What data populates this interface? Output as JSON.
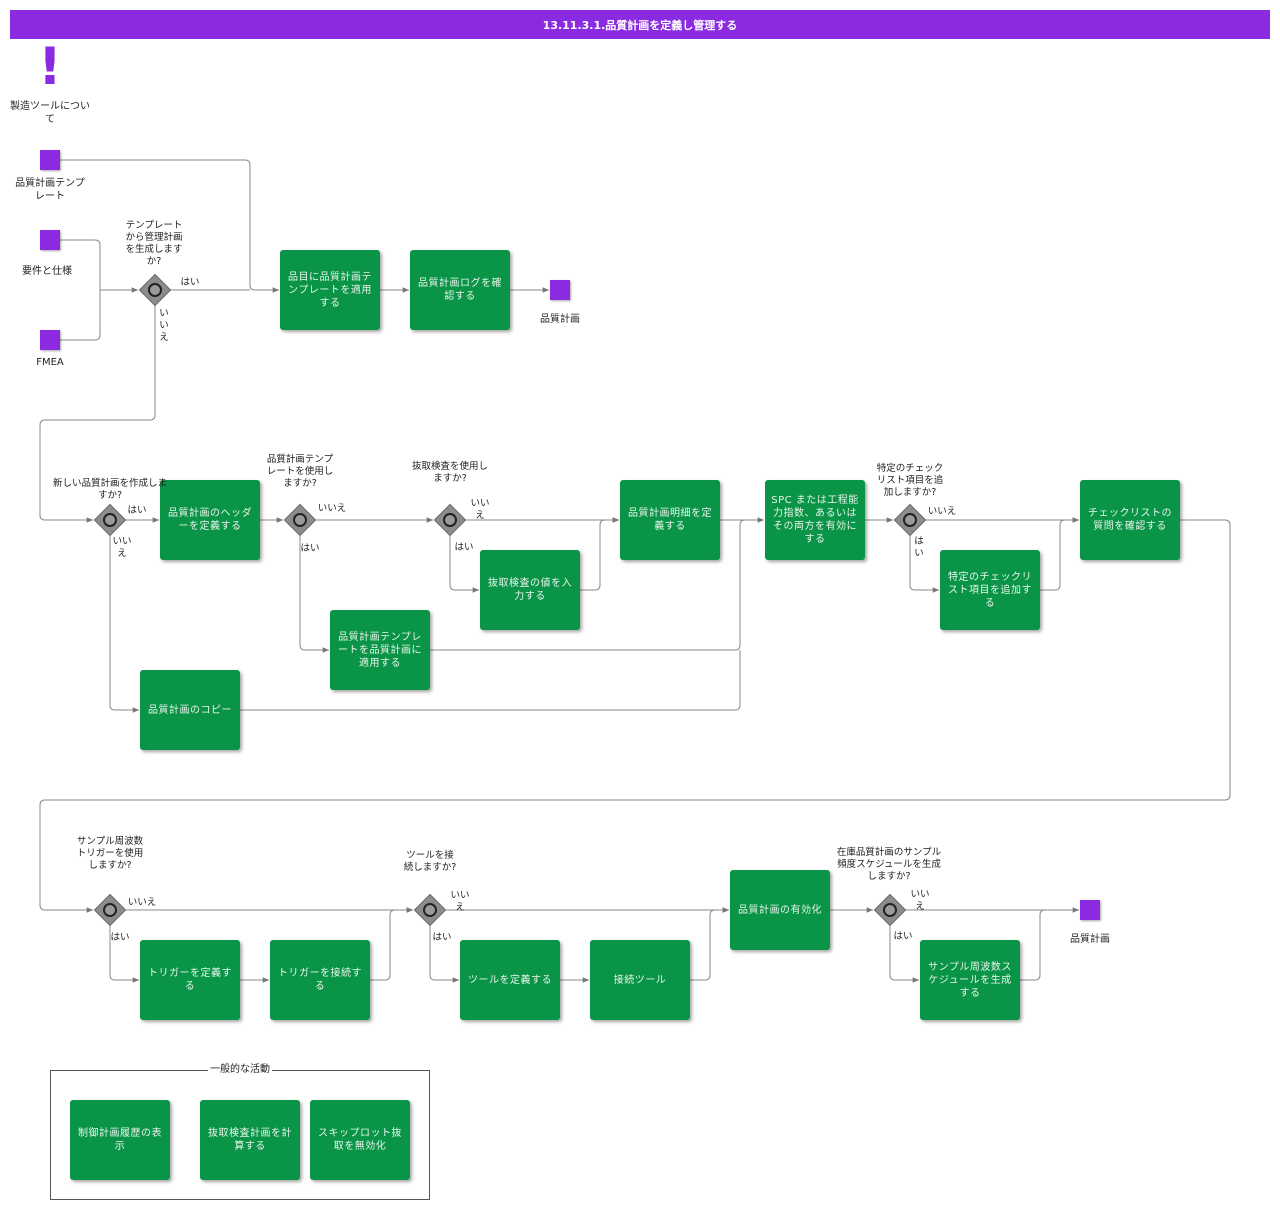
{
  "title": "13.11.3.1.品質計画を定義し管理する",
  "icons": {
    "about": "exclamation-icon",
    "data": "purple-square-icon",
    "gateway": "diamond-circle-icon"
  },
  "colors": {
    "banner": "#8a2be2",
    "task": "#0a9447",
    "data": "#8a2be2",
    "gateway": "#8c8c8c"
  },
  "about_label": "製造ツールについて",
  "inputs": {
    "template": "品質計画テンプレート",
    "requirements": "要件と仕様",
    "fmea": "FMEA"
  },
  "outputs": {
    "plan1": "品質計画",
    "plan2": "品質計画"
  },
  "tasks": {
    "apply_template_item": "品目に品質計画テンプレートを適用する",
    "review_log": "品質計画ログを確認する",
    "define_header": "品質計画のヘッダーを定義する",
    "apply_template_plan": "品質計画テンプレートを品質計画に適用する",
    "copy_plan": "品質計画のコピー",
    "enter_sampling": "抜取検査の値を入力する",
    "define_lines": "品質計画明細を定義する",
    "spc": "SPC または工程能力指数、あるいはその両方を有効にする",
    "add_checklist": "特定のチェックリスト項目を追加する",
    "review_checklist": "チェックリストの質問を確認する",
    "define_trigger": "トリガーを定義する",
    "connect_trigger": "トリガーを接続する",
    "define_tool": "ツールを定義する",
    "connect_tool": "接続ツール",
    "enable_plan": "品質計画の有効化",
    "gen_schedule": "サンプル周波数スケジュールを生成する"
  },
  "gateways": {
    "g1": "テンプレートから管理計画を生成しますか?",
    "g2": "新しい品質計画を作成しますか?",
    "g3": "品質計画テンプレートを使用しますか?",
    "g4": "抜取検査を使用しますか?",
    "g5": "特定のチェックリスト項目を追加しますか?",
    "g6": "サンプル周波数トリガーを使用しますか?",
    "g7": "ツールを接続しますか?",
    "g8": "在庫品質計画のサンプル頻度スケジュールを生成しますか?"
  },
  "flow_labels": {
    "yes": "はい",
    "no": "いいえ"
  },
  "general": {
    "title": "一般的な活動",
    "a1": "制御計画履歴の表示",
    "a2": "抜取検査計画を計算する",
    "a3": "スキップロット抜取を無効化"
  }
}
